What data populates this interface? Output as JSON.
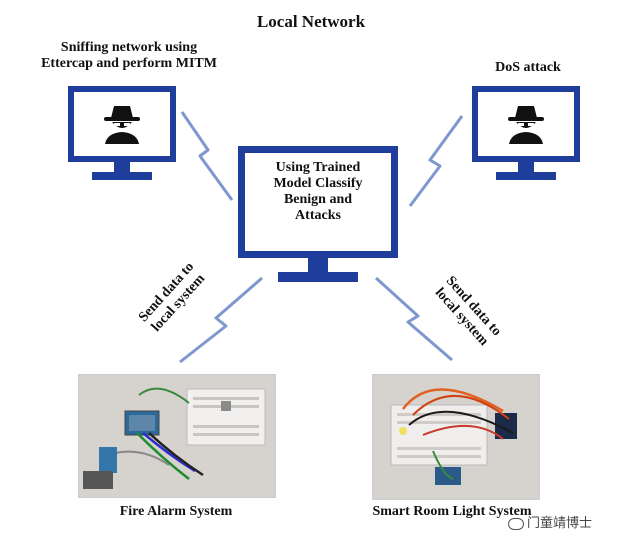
{
  "title": "Local Network",
  "left_attacker": {
    "line1": "Sniffing network using",
    "line2": "Ettercap and perform MITM"
  },
  "right_attacker": {
    "label": "DoS attack"
  },
  "center_model": {
    "line1": "Using Trained",
    "line2": "Model Classify",
    "line3": "Benign and",
    "line4": "Attacks"
  },
  "send_left": {
    "line1": "Send data to",
    "line2": "local system"
  },
  "send_right": {
    "line1": "Send data to",
    "line2": "local system"
  },
  "device_left": {
    "caption": "Fire Alarm System"
  },
  "device_right": {
    "caption": "Smart Room Light System"
  },
  "watermark": "门童靖博士",
  "icons": {
    "attacker": "hacker-icon",
    "link": "lightning-bolt-icon"
  },
  "colors": {
    "monitor": "#1f3d9a",
    "bolt_stroke": "#7f97cf"
  }
}
